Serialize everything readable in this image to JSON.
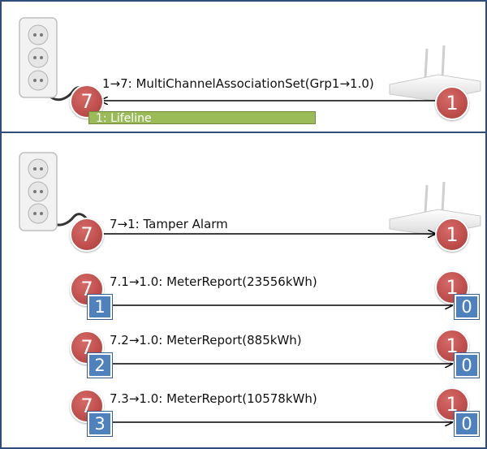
{
  "top_panel": {
    "message": "1→7: MultiChannelAssociationSet(Grp1→1.0)",
    "source_node": "1",
    "target_node": "7",
    "lifeline": "1: Lifeline"
  },
  "bottom_panel": {
    "tamper": {
      "message": "7→1: Tamper Alarm",
      "source_node": "7",
      "target_node": "1"
    },
    "reports": [
      {
        "message": "7.1→1.0: MeterReport(23556kWh)",
        "source_node": "7",
        "source_endpoint": "1",
        "target_node": "1",
        "target_endpoint": "0"
      },
      {
        "message": "7.2→1.0: MeterReport(885kWh)",
        "source_node": "7",
        "source_endpoint": "2",
        "target_node": "1",
        "target_endpoint": "0"
      },
      {
        "message": "7.3→1.0: MeterReport(10578kWh)",
        "source_node": "7",
        "source_endpoint": "3",
        "target_node": "1",
        "target_endpoint": "0"
      }
    ]
  },
  "colors": {
    "node": "#c0504d",
    "endpoint": "#4f81bd",
    "lifeline": "#9bbb59",
    "frame": "#2e4d7b"
  },
  "icons": [
    "power-strip-icon",
    "router-icon"
  ]
}
